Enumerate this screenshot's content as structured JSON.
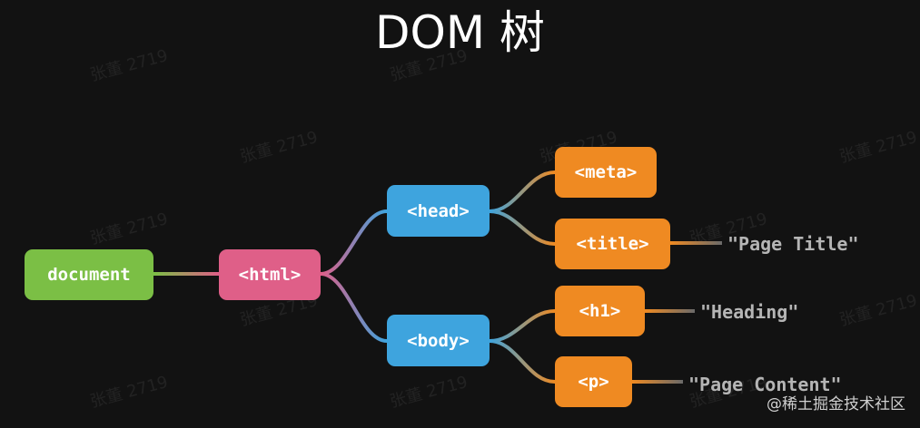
{
  "title": "DOM 树",
  "nodes": {
    "document": "document",
    "html": "<html>",
    "head": "<head>",
    "body": "<body>",
    "meta": "<meta>",
    "title_tag": "<title>",
    "h1": "<h1>",
    "p": "<p>"
  },
  "text_nodes": {
    "page_title": "\"Page Title\"",
    "heading": "\"Heading\"",
    "page_content": "\"Page Content\""
  },
  "watermark": "张董 2719",
  "credit": "@稀土掘金技术社区",
  "colors": {
    "background": "#121212",
    "document": "#7bbf45",
    "html": "#df5f88",
    "element_blue": "#3ea4de",
    "element_orange": "#ef8a22",
    "text_node": "#b5b5b5"
  }
}
